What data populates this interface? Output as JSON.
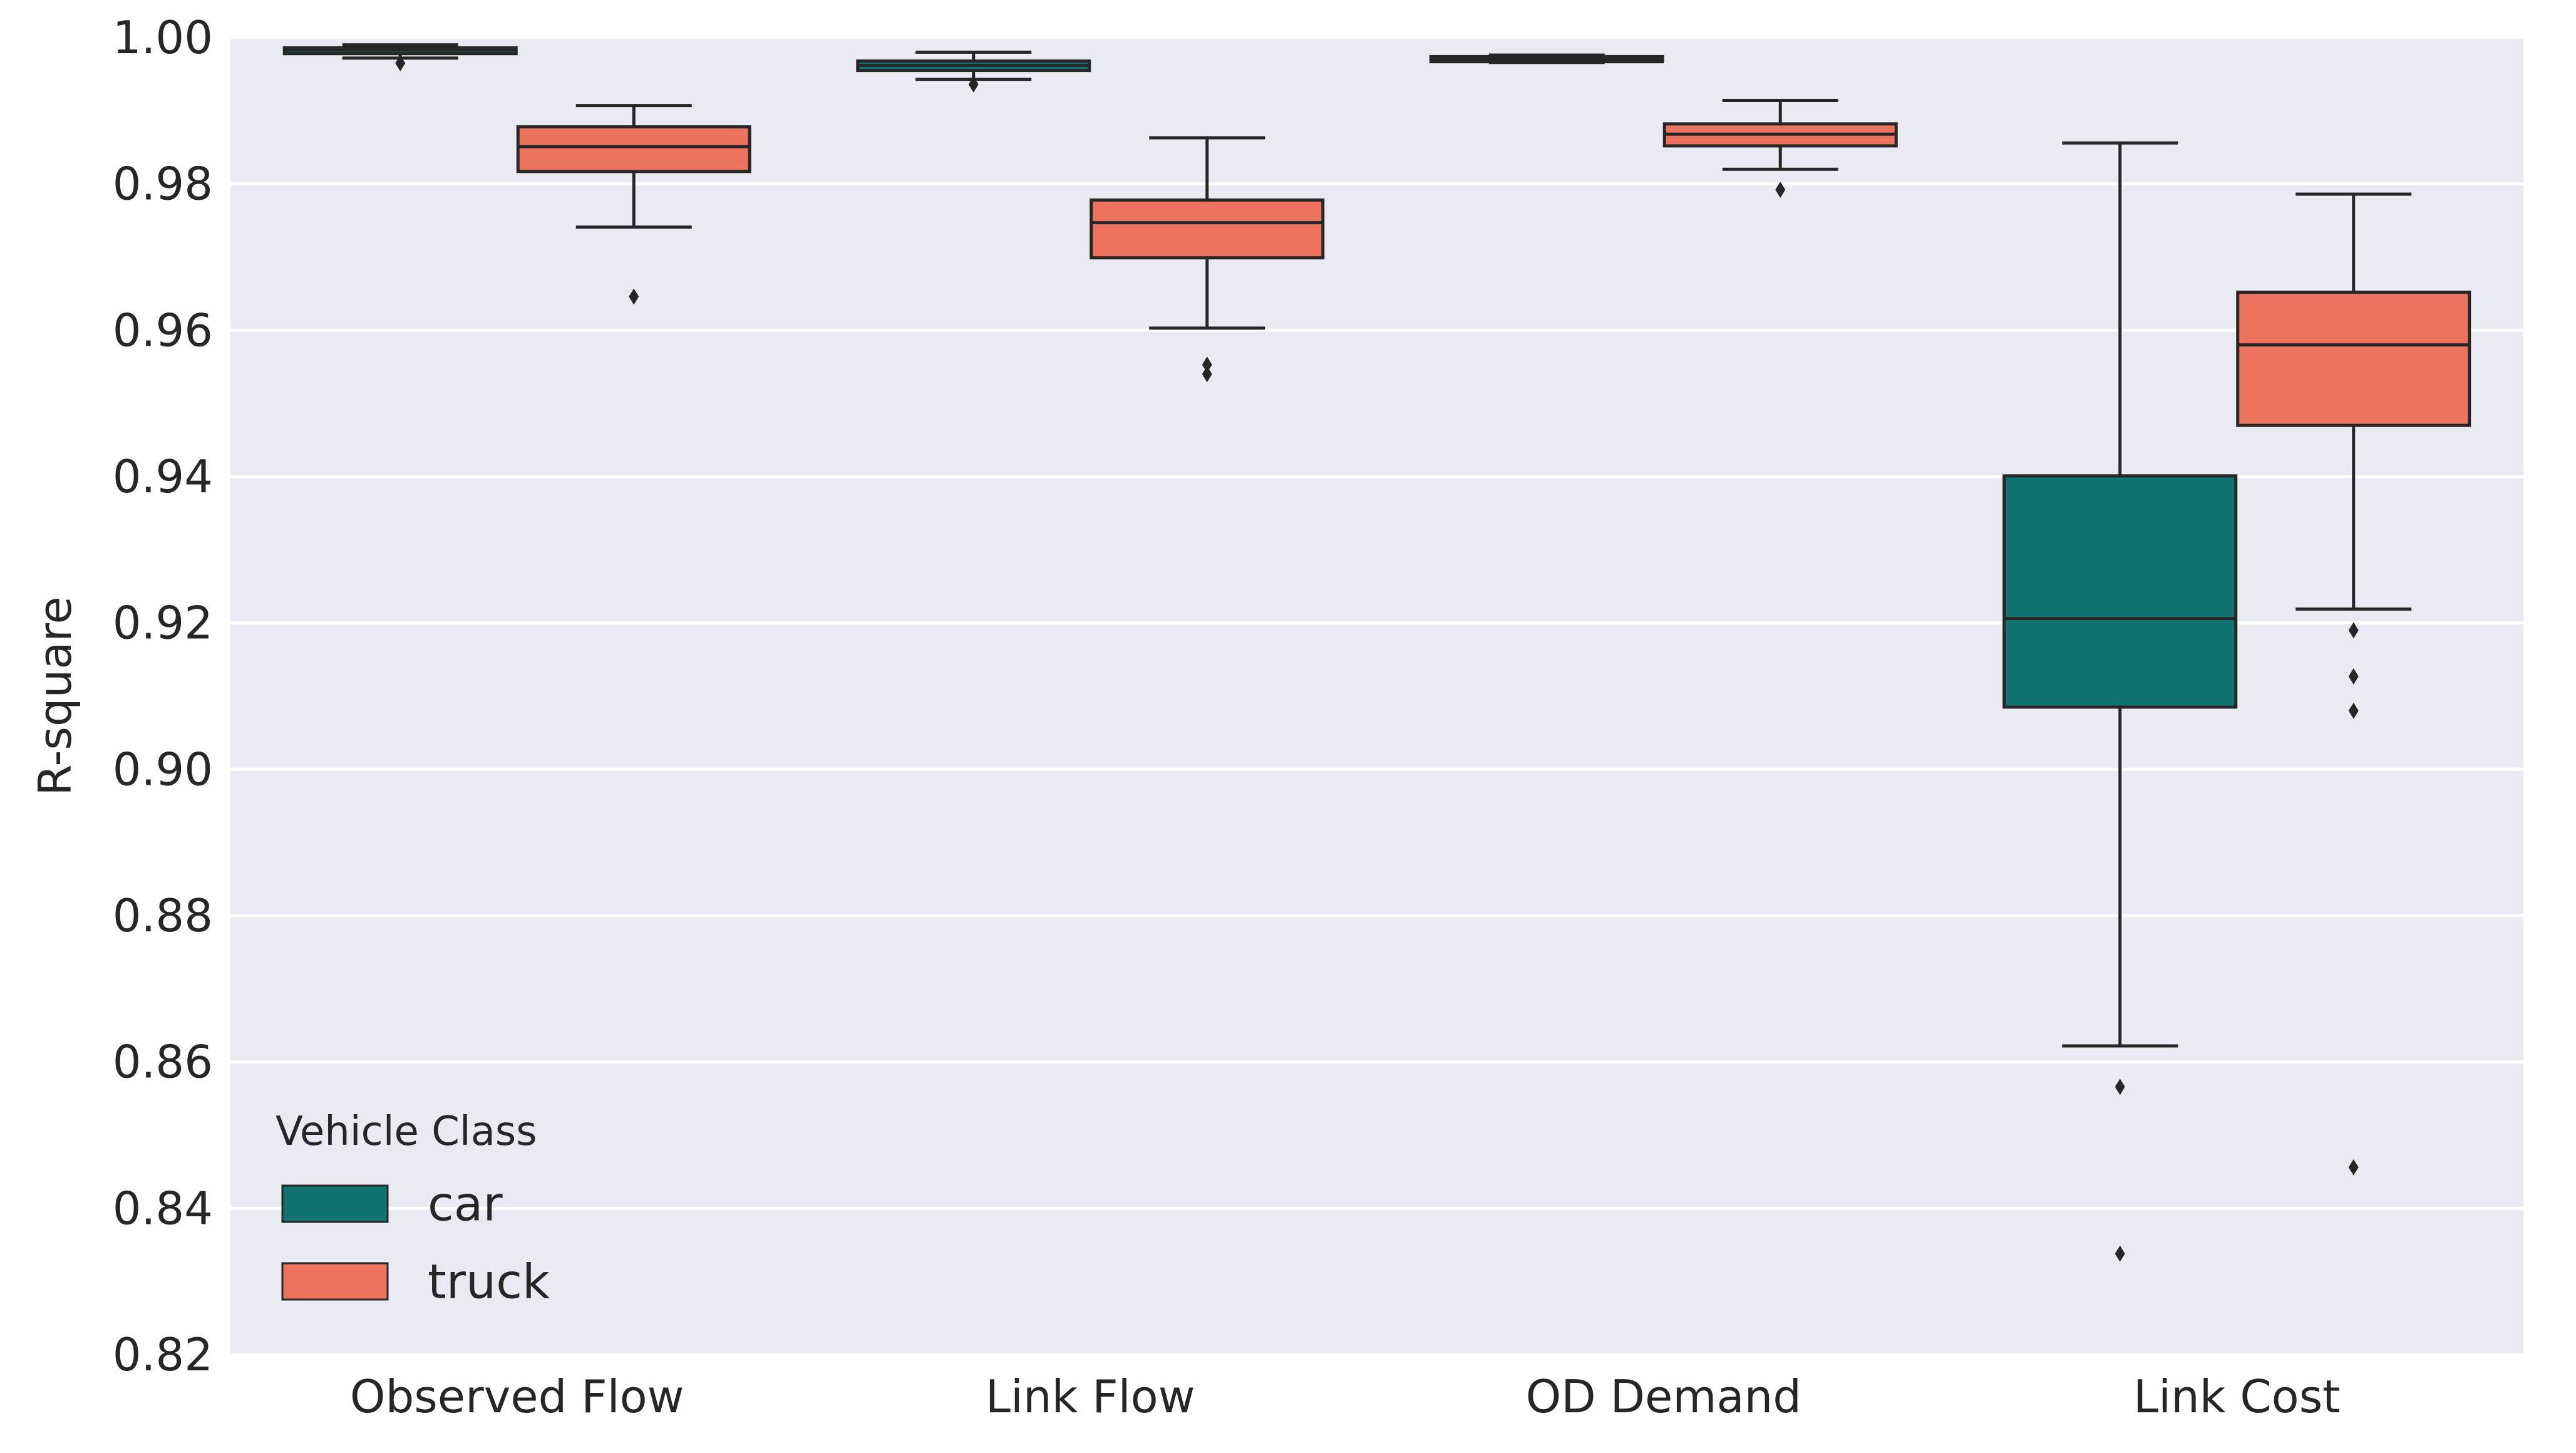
{
  "chart_data": {
    "type": "box",
    "ylabel": "R-square",
    "xlabel": "",
    "ylim": [
      0.82,
      1.0
    ],
    "yticks": [
      "0.82",
      "0.84",
      "0.86",
      "0.88",
      "0.90",
      "0.92",
      "0.94",
      "0.96",
      "0.98",
      "1.00"
    ],
    "grid": true,
    "categories": [
      "Observed Flow",
      "Link Flow",
      "OD Demand",
      "Link Cost"
    ],
    "legend": {
      "title": "Vehicle Class",
      "placement": "lower-left"
    },
    "series": [
      {
        "name": "car",
        "color": "#117470",
        "boxes": [
          {
            "whislo": 0.9972,
            "q1": 0.9978,
            "med": 0.9983,
            "q3": 0.9986,
            "whishi": 0.999,
            "fliers": [
              0.9965
            ]
          },
          {
            "whislo": 0.9943,
            "q1": 0.9955,
            "med": 0.9962,
            "q3": 0.9968,
            "whishi": 0.998,
            "fliers": [
              0.9936
            ]
          },
          {
            "whislo": 0.9966,
            "q1": 0.9967,
            "med": 0.997,
            "q3": 0.9974,
            "whishi": 0.9976,
            "fliers": []
          },
          {
            "whislo": 0.8622,
            "q1": 0.9085,
            "med": 0.9206,
            "q3": 0.9401,
            "whishi": 0.9856,
            "fliers": [
              0.8566,
              0.8338
            ]
          }
        ]
      },
      {
        "name": "truck",
        "color": "#ec735e",
        "boxes": [
          {
            "whislo": 0.9741,
            "q1": 0.9817,
            "med": 0.9851,
            "q3": 0.9878,
            "whishi": 0.9907,
            "fliers": [
              0.9646
            ]
          },
          {
            "whislo": 0.9603,
            "q1": 0.9699,
            "med": 0.9747,
            "q3": 0.9778,
            "whishi": 0.9863,
            "fliers": [
              0.9553,
              0.954
            ]
          },
          {
            "whislo": 0.982,
            "q1": 0.9852,
            "med": 0.9868,
            "q3": 0.9882,
            "whishi": 0.9914,
            "fliers": [
              0.9792
            ]
          },
          {
            "whislo": 0.9219,
            "q1": 0.947,
            "med": 0.958,
            "q3": 0.9652,
            "whishi": 0.9786,
            "fliers": [
              0.919,
              0.9127,
              0.908,
              0.8456
            ]
          }
        ]
      }
    ]
  },
  "style": {
    "plot_bg": "#eaeaf2",
    "grid_color": "#ffffff",
    "line_color": "#262626"
  }
}
